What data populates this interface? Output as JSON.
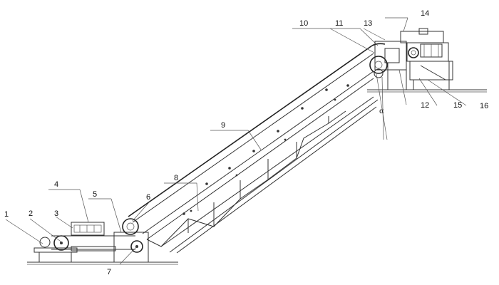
{
  "diagram": {
    "type": "engineering-drawing",
    "subject": "inclined belt conveyor side elevation",
    "callouts": [
      {
        "id": "c1",
        "text": "1"
      },
      {
        "id": "c2",
        "text": "2"
      },
      {
        "id": "c3",
        "text": "3"
      },
      {
        "id": "c4",
        "text": "4"
      },
      {
        "id": "c5",
        "text": "5"
      },
      {
        "id": "c6",
        "text": "6"
      },
      {
        "id": "c7",
        "text": "7"
      },
      {
        "id": "c8",
        "text": "8"
      },
      {
        "id": "c9",
        "text": "9"
      },
      {
        "id": "c10",
        "text": "10"
      },
      {
        "id": "c11",
        "text": "11"
      },
      {
        "id": "c12",
        "text": "12"
      },
      {
        "id": "c13",
        "text": "13"
      },
      {
        "id": "c14",
        "text": "14"
      },
      {
        "id": "c15",
        "text": "15"
      },
      {
        "id": "c16",
        "text": "16"
      }
    ],
    "angle_symbol": "α",
    "colors": {
      "line": "#333333",
      "background": "#ffffff"
    }
  }
}
